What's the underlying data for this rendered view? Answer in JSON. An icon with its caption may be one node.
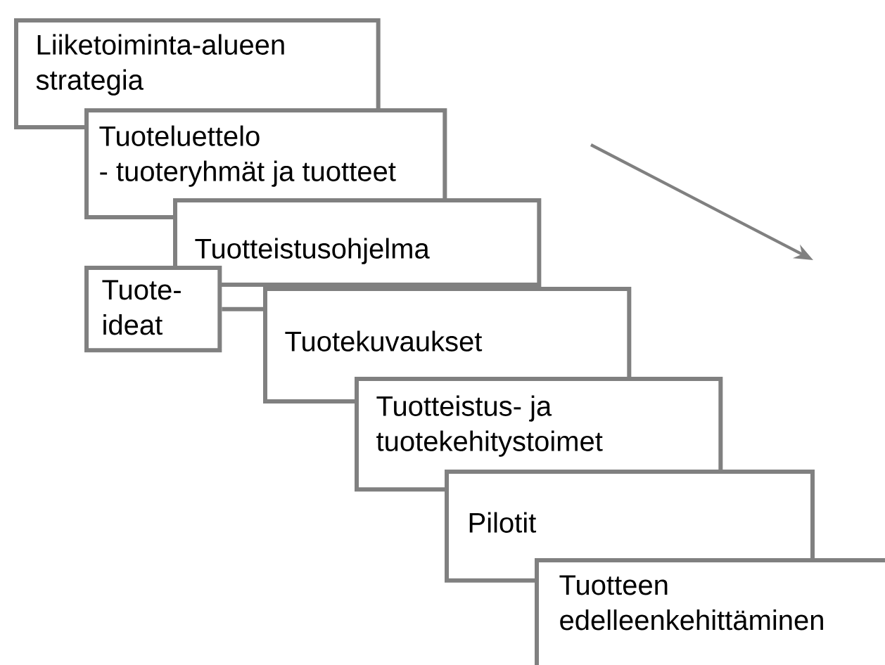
{
  "diagram": {
    "nodes": [
      {
        "text": [
          "Liiketoiminta-alueen strategia"
        ]
      },
      {
        "text": [
          "Tuoteluettelo - tuoteryhmät ja tuotteet"
        ]
      },
      {
        "text": [
          "Tuotteistusohjelma"
        ]
      },
      {
        "text": [
          "Tuote-ideat"
        ]
      },
      {
        "text": [
          "Tuotekuvaukset"
        ]
      },
      {
        "text": [
          "Tuotteistus- ja tuotekehitystoimet"
        ]
      },
      {
        "text": [
          "Pilotit"
        ]
      },
      {
        "text": [
          "Tuotteen edelleenkehittäminen"
        ]
      }
    ],
    "edges": [
      {
        "from": 3,
        "to": 4,
        "arrow": "none"
      }
    ]
  }
}
